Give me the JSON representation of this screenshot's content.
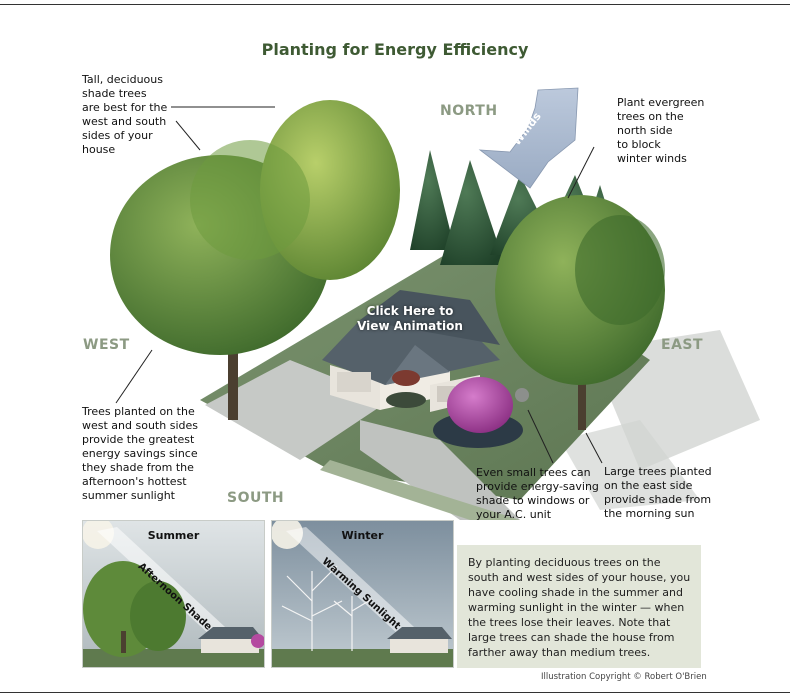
{
  "title": "Planting for Energy Efficiency",
  "directions": {
    "north": "NORTH",
    "south": "SOUTH",
    "east": "EAST",
    "west": "WEST"
  },
  "winds_label": "Winds",
  "click_here": "Click Here to\nView Animation",
  "notes": {
    "deciduous": "Tall, deciduous\nshade trees\nare best for the\nwest and south\nsides of your\nhouse",
    "evergreen": "Plant evergreen\ntrees on the\nnorth side\nto block\nwinter winds",
    "west_south": "Trees planted on the\nwest and south sides\nprovide the greatest\nenergy savings since\nthey shade from the\nafternoon's hottest\nsummer sunlight",
    "small_trees": "Even small trees can\nprovide energy-saving\nshade to windows or\nyour A.C. unit",
    "east": "Large trees planted\non the east side\nprovide shade from\nthe morning sun"
  },
  "panels": {
    "summer": {
      "title": "Summer",
      "beam_label": "Afternoon Shade"
    },
    "winter": {
      "title": "Winter",
      "beam_label": "Warming Sunlight"
    }
  },
  "description": "By planting deciduous trees on the south and west sides of your house, you have cooling shade in the summer and warming sunlight in the winter — when the trees lose their leaves. Note that large trees can shade the house from farther away than medium trees.",
  "copyright": "Illustration Copyright © Robert O'Brien",
  "colors": {
    "title_green": "#3e5a33",
    "direction_gray": "#8c9a83",
    "lawn": "#6f8a62",
    "evergreen": "#2f5a3a",
    "deciduous": "#5f8a3c",
    "purple_tree": "#b44aa0",
    "desc_box": "#e2e6d9"
  }
}
